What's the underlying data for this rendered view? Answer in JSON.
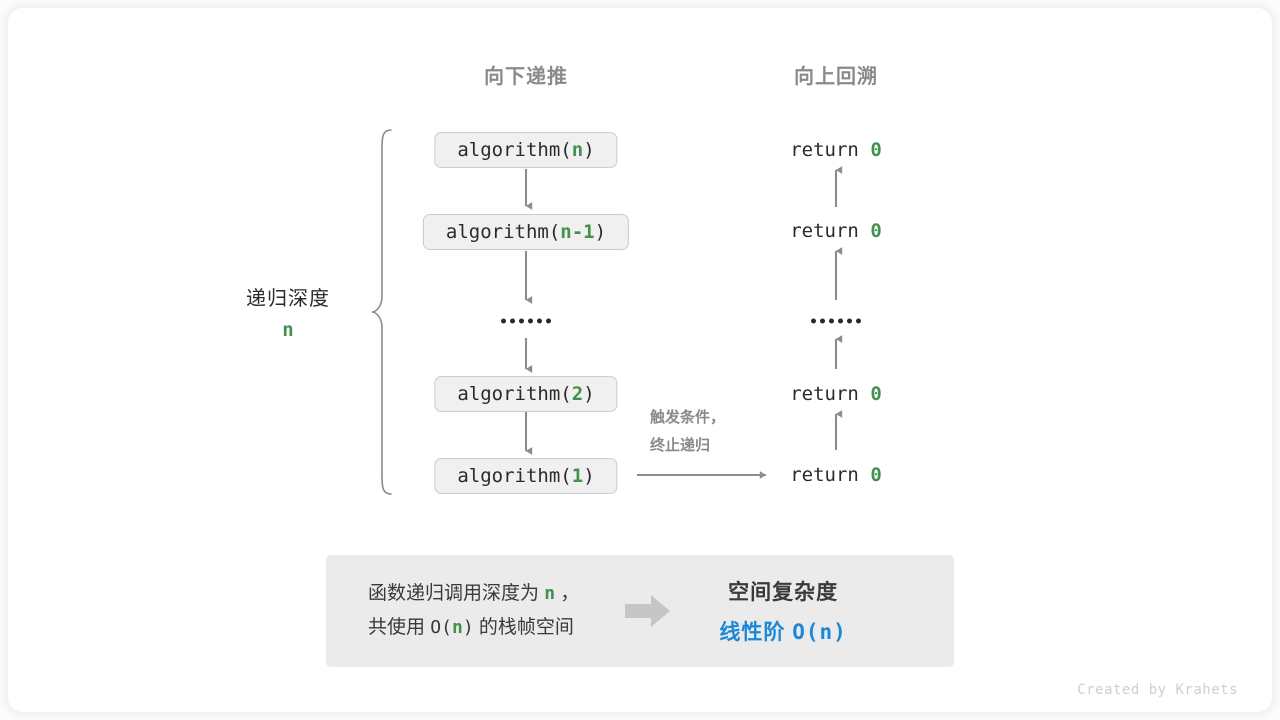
{
  "figure": {
    "background_color": "#ffffff",
    "card_color": "#ffffff",
    "accent_green": "#43914f",
    "accent_blue": "#1e88d8",
    "muted_gray": "#8a8a8a",
    "watermark": "Created by Krahets"
  },
  "headers": {
    "down": "向下递推",
    "up": "向上回溯"
  },
  "depth": {
    "label": "递归深度",
    "value": "n"
  },
  "call_stack": [
    {
      "prefix": "algorithm(",
      "arg": "n",
      "suffix": ")"
    },
    {
      "prefix": "algorithm(",
      "arg": "n-1",
      "suffix": ")"
    },
    {
      "ellipsis": "••••••"
    },
    {
      "prefix": "algorithm(",
      "arg": "2",
      "suffix": ")"
    },
    {
      "prefix": "algorithm(",
      "arg": "1",
      "suffix": ")"
    }
  ],
  "returns": [
    {
      "text": "return ",
      "value": "0"
    },
    {
      "text": "return ",
      "value": "0"
    },
    {
      "ellipsis": "••••••"
    },
    {
      "text": "return ",
      "value": "0"
    },
    {
      "text": "return ",
      "value": "0"
    }
  ],
  "terminate": {
    "line1": "触发条件，",
    "line2": "终止递归"
  },
  "summary": {
    "left_line1_a": "函数递归调用深度为 ",
    "left_line1_n": "n",
    "left_line1_b": " ，",
    "left_line2_a": "共使用 ",
    "left_line2_o": "O(",
    "left_line2_n": "n",
    "left_line2_c": ")",
    "left_line2_b": " 的栈帧空间",
    "right_title": "空间复杂度",
    "right_value_text": "线性阶 ",
    "right_value_mono": "O(n)"
  }
}
